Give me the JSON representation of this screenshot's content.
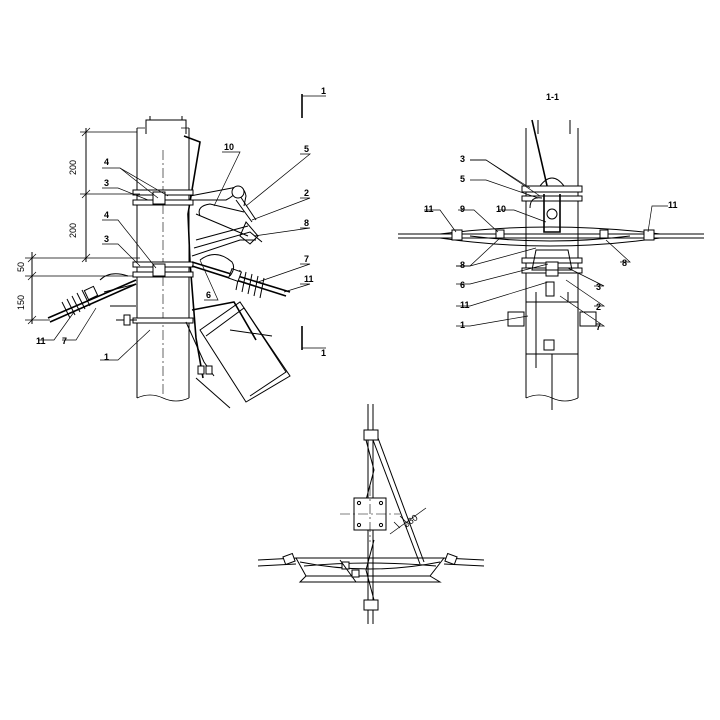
{
  "section_marks": {
    "top": "1",
    "bottom": "1",
    "view_title": "1-1"
  },
  "dimensions": {
    "d200_upper": "200",
    "d200_lower": "200",
    "d50": "50",
    "d150": "150",
    "hole_diameter": "⌀60"
  },
  "left_labels": {
    "l4a": "4",
    "l3a": "3",
    "l4b": "4",
    "l3b": "3",
    "l11": "11",
    "l7": "7",
    "l1": "1",
    "l10": "10",
    "l5": "5",
    "l2": "2",
    "l8": "8",
    "l6": "6",
    "l7r": "7",
    "l11r": "11"
  },
  "right_labels": {
    "r3a": "3",
    "r5": "5",
    "r11a": "11",
    "r9": "9",
    "r10": "10",
    "r8a": "8",
    "r6": "6",
    "r11b": "11",
    "r1": "1",
    "r11c": "11",
    "r8b": "8",
    "r3b": "3",
    "r2": "2",
    "r7": "7"
  }
}
